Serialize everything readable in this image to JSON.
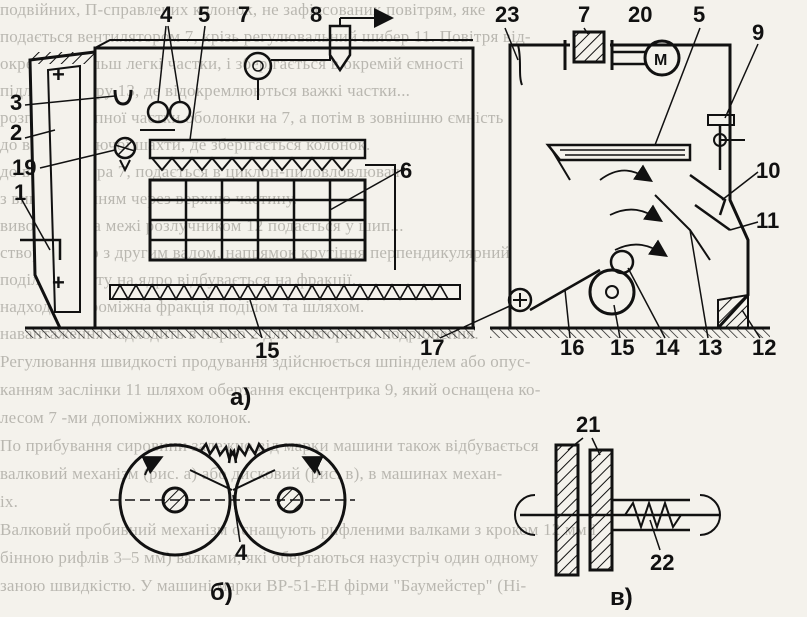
{
  "background_text": [
    "подвійних, П-справлених колонок, не зафіксованих повітрям, яке",
    "подається вентилятором 7, крізь регулювальний шибер 11. Повітря від-",
    "окремлює більш легкі частки, і зберігається в окремій ємності",
    "підлоги камеру 13, де відокремлюються важкі частки...",
    "розподіл крупної частки оболонки на 7, а потім в зовнішню ємність",
    "до відсмоктуючої шахти, де зберігається колонок.",
    "до вентилятора 7, подається в циклон-пиловловлювач",
    "з вивантаженням через верхню частину.",
    "виводяться за межі розлучником 12 подається у шип...",
    "створюючого з другим валом, напрямок крутіння перпендикулярний",
    "поділ продукту на ядро відбувається на фракції.",
    "надходить проміжна фракція поділом та шляхом.",
    "навантаження надходить в норію 2 для повторного подрібнення.",
    "Регулювання швидкості продування здійснюється шпінделем або опус-",
    "канням заслінки 11 шляхом обертання ексцентрика 9, який оснащена ко-",
    "лесом 7 -ми допоміжних колонок.",
    "По прибування сировини залежно від марки машини також відбувається",
    "валковий механізм (рис. а) або дисковий (рис. в), в машинах механ-",
    "іх.",
    "Валковий пробивний механізм оснащують рифленими валками з кроком 12 мм і",
    "бінною рифлів 3–5 мм) валками, які обертаються назустріч один одному",
    "заною швидкістю. У машині марки ВР-51-ЕН фірми \"Баумейстер\" (Ні-"
  ],
  "labels": {
    "l1": "1",
    "l2": "2",
    "l3": "3",
    "l4": "4",
    "l5": "5",
    "l6": "6",
    "l7": "7",
    "l8": "8",
    "l15": "15",
    "l19": "19",
    "r5": "5",
    "r7": "7",
    "r9": "9",
    "r10": "10",
    "r11": "11",
    "r12": "12",
    "r13": "13",
    "r14": "14",
    "r15": "15",
    "r16": "16",
    "r17": "17",
    "r20": "20",
    "r23": "23",
    "motor": "M",
    "plus": "+",
    "b4": "4",
    "v21": "21",
    "v22": "22"
  },
  "captions": {
    "a": "а)",
    "b": "б)",
    "v": "в)"
  },
  "colors": {
    "ink": "#111111",
    "paper": "#f4f2ec",
    "bgtext": "#8a8880"
  }
}
